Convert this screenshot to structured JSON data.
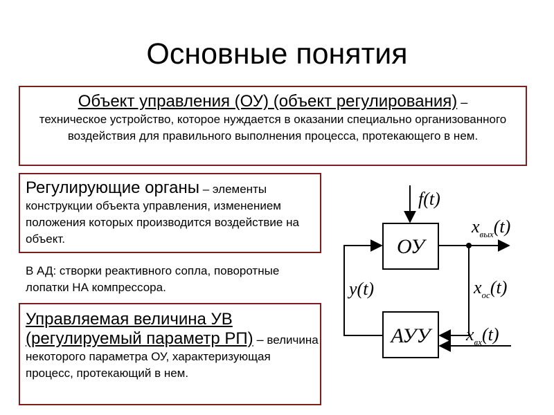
{
  "slide": {
    "title": "Основные понятия"
  },
  "definitions": {
    "object": {
      "term": "Объект управления (ОУ) (объект регулирования)",
      "dash": " –",
      "text": "техническое устройство, которое нуждается в оказании специально организованного воздействия для правильного выполнения процесса, протекающего в нем."
    },
    "regulating_organs": {
      "term": "Регулирующие органы",
      "text": " – элементы конструкции объекта управления, изменением положения которых производится воздействие на объект."
    },
    "note": "В АД: створки реактивного сопла, поворотные лопатки НА компрессора.",
    "controlled_value": {
      "term": "Управляемая величина УВ (регулируемый параметр РП)",
      "dash": " –",
      "text": " величина некоторого параметра ОУ, характеризующая процесс, протекающий в нем."
    }
  },
  "diagram": {
    "blocks": {
      "object": "ОУ",
      "controller": "АУУ"
    },
    "signals": {
      "disturbance": "f(t)",
      "output": "x",
      "output_sub": "вых",
      "output_arg": "(t)",
      "feedback": "x",
      "feedback_sub": "ос",
      "feedback_arg": "(t)",
      "input": "x",
      "input_sub": "вх",
      "input_arg": "(t)",
      "control": "y(t)"
    }
  },
  "colors": {
    "border": "#7f1d1d",
    "diagram": "#000000"
  }
}
